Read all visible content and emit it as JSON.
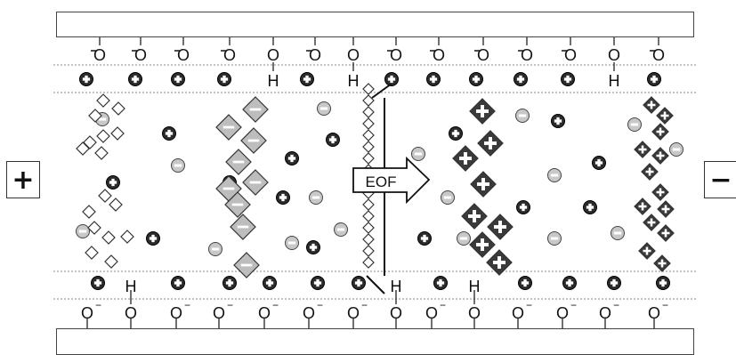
{
  "electrodes": {
    "anode_symbol": "+",
    "cathode_symbol": "−"
  },
  "surface": {
    "oxygen_label": "O",
    "negative_superscript": "−",
    "hydrogen_label": "H"
  },
  "flow_arrow": {
    "label": "EOF"
  },
  "ions": {
    "cation_sign": "+",
    "anion_sign": "−"
  },
  "colors": {
    "cation_fill": "#2b2b2b",
    "anion_fill": "#c8c8c8",
    "diamond_light": "#ffffff",
    "diamond_mid": "#bdbdbd",
    "diamond_dark": "#3a3a3a",
    "wall_stroke": "#444444"
  }
}
